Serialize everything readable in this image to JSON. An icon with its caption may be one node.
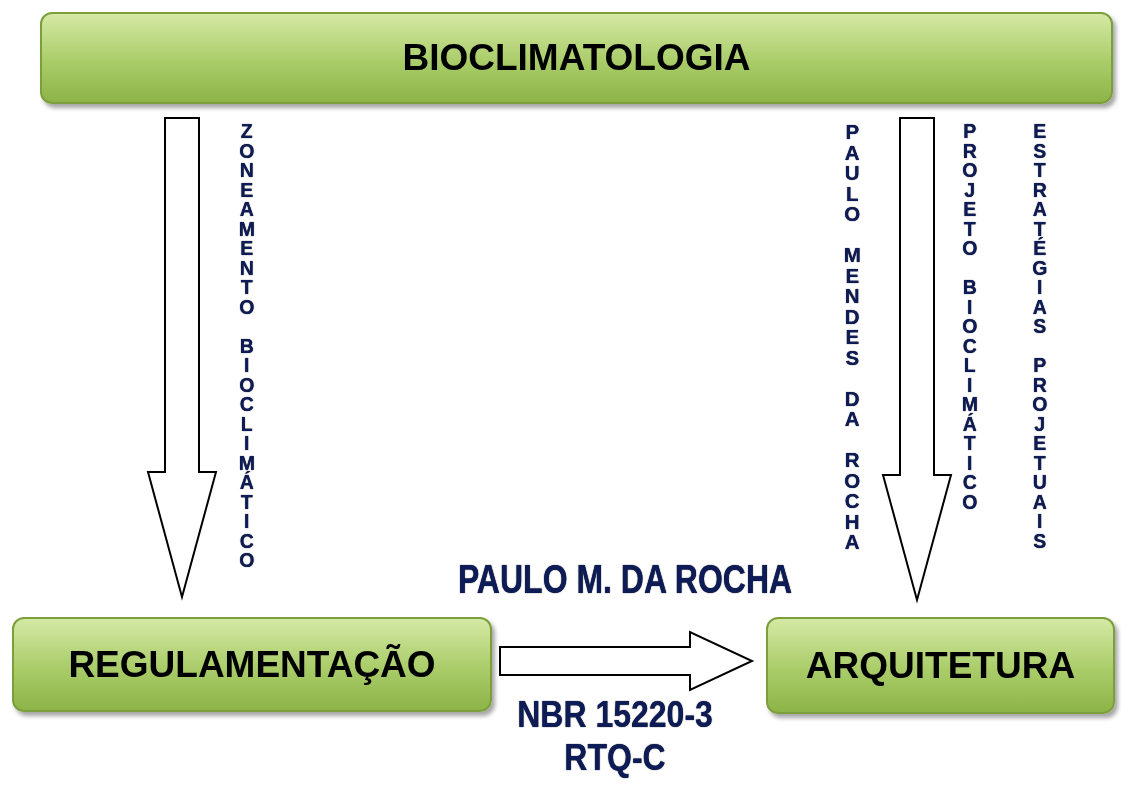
{
  "diagram": {
    "nodes": [
      {
        "text": [
          "BIOCLIMATOLOGIA"
        ]
      },
      {
        "text": [
          "REGULAMENTAÇÃO"
        ]
      },
      {
        "text": [
          "ARQUITETURA"
        ]
      }
    ],
    "edges": [
      {
        "from": 0,
        "to": 1,
        "arrow": "to",
        "label": "ZONEAMENTO BIOCLIMÁTICO"
      },
      {
        "from": 0,
        "to": 2,
        "arrow": "to",
        "label": "PROJETO BIOCLIMÁTICO"
      },
      {
        "from": 1,
        "to": 2,
        "arrow": "to",
        "label": "PAULO M. DA ROCHA"
      }
    ],
    "labels": [
      "PAULO MENDES DA ROCHA",
      "ESTRATÉGIAS PROJETUAIS",
      "NBR 15220-3 RTQ-C"
    ]
  }
}
